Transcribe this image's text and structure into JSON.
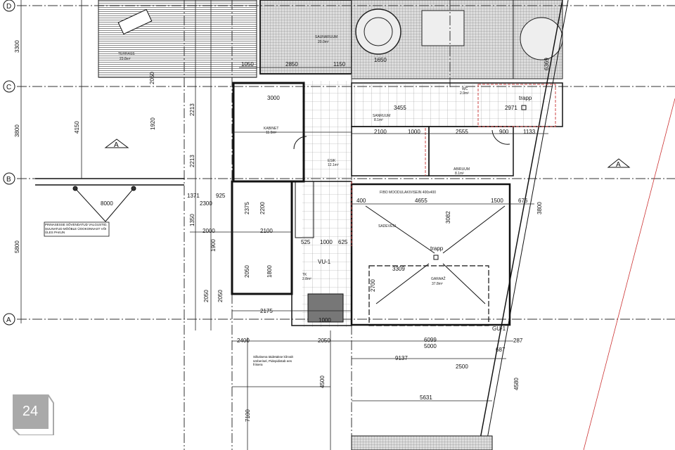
{
  "page_number": "24",
  "grid_axes": [
    "D",
    "C",
    "B",
    "A"
  ],
  "section_marker": "A",
  "rooms": {
    "terrace": {
      "name": "TERRASS",
      "area": "23.8m²"
    },
    "sauna": {
      "name": "SAUNARUUM",
      "area": "20.0m²"
    },
    "office": {
      "name": "KABINET",
      "area": "11.9m²"
    },
    "bathroom": {
      "name": "SANRUUM",
      "area": "8.1m²"
    },
    "corridor": {
      "name": "ESIK",
      "area": "12.1m²"
    },
    "atrium": {
      "name": "ABIRUUM",
      "area": "8.1m²"
    },
    "wc": {
      "name": "WC",
      "area": "2.9m²"
    },
    "garage": {
      "name": "GARAAŽ",
      "area": "37.8m²"
    },
    "stair_room": {
      "name": "TK",
      "area": "2.8m²"
    }
  },
  "labels": {
    "drain_1": "trapp",
    "drain_2": "trapp",
    "vu1": "VU-1",
    "gu1": "GU-1",
    "fibo": "FIBO MOODULAKIVISEIN 400x400",
    "rainwater": "SADEVESI",
    "note_left": "PINNASESSE SÕVENDATUD VALGUSTID, SUUNATUD MÕÕBLE ÜOOKONNAST VÕI ÜLES PAKUN",
    "note_bottom": "Sillutisena täidetakse kõrvalt ümberisel, Pidepidistab ees friisera"
  },
  "dimensions": [
    "3300",
    "4150",
    "3800",
    "5800",
    "8000",
    "1050",
    "2850",
    "1150",
    "1650",
    "3000",
    "3455",
    "2971",
    "2100",
    "1000",
    "2555",
    "900",
    "1133",
    "400",
    "4655",
    "1500",
    "676",
    "3309",
    "2700",
    "3082",
    "2400",
    "2050",
    "6099",
    "5000",
    "9137",
    "2500",
    "5631",
    "687",
    "2175",
    "2000",
    "2100",
    "1371",
    "925",
    "2300",
    "1900",
    "2050",
    "7100",
    "4500",
    "1000",
    "1000",
    "525",
    "625",
    "2213",
    "2213",
    "2050",
    "2050",
    "1350",
    "2375",
    "2200",
    "1800",
    "2050",
    "1920",
    "287",
    "4580",
    "6369",
    "3800"
  ]
}
